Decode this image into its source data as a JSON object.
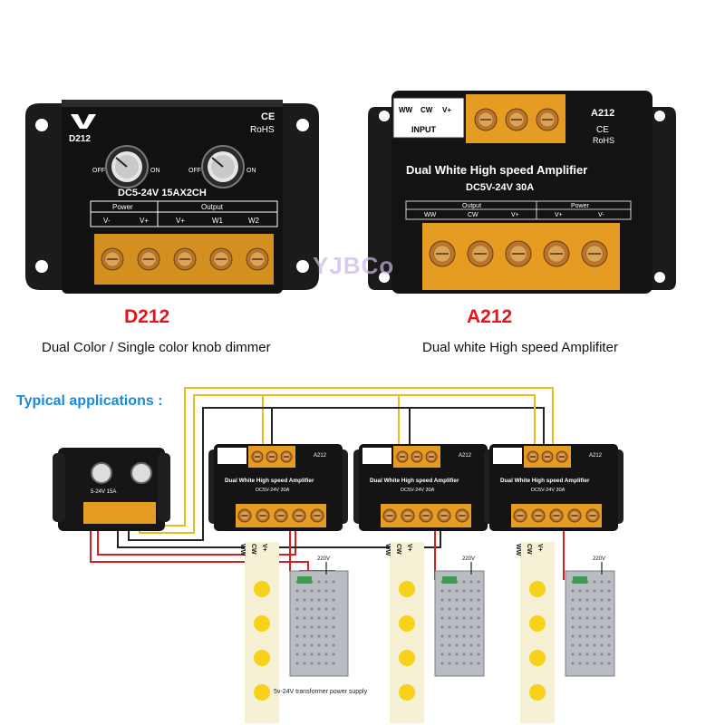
{
  "top": {
    "d212": {
      "title": "D212",
      "caption": "Dual Color / Single color knob dimmer",
      "logo_model": "D212",
      "ce": "CE",
      "rohs": "RoHS",
      "off_label": "OFF",
      "on_label": "ON",
      "rating": "DC5-24V  15AX2CH",
      "power_header": "Power",
      "output_header": "Output",
      "terminals": [
        "V-",
        "V+",
        "V+",
        "W1",
        "W2"
      ]
    },
    "a212": {
      "title": "A212",
      "caption": "Dual white High speed Amplifiter",
      "model": "A212",
      "ce": "CE",
      "rohs": "RoHS",
      "name": "Dual White High speed Amplifier",
      "rating": "DC5V-24V  30A",
      "input_label": "INPUT",
      "input_terminals": [
        "WW",
        "CW",
        "V+"
      ],
      "output_header": "Output",
      "power_header": "Power",
      "terminals": [
        "WW",
        "CW",
        "V+",
        "V+",
        "V-"
      ]
    },
    "watermark": "YJBCo"
  },
  "apps": {
    "title": "Typical applications :",
    "amp_name": "Dual White High speed Amplifier",
    "amp_rating": "DC5V-24V  30A",
    "amp_model": "A212",
    "dimmer_rating": "5-24V 15A",
    "strip_labels": [
      "WW",
      "CW",
      "V+"
    ],
    "mains_label": "220V",
    "psu_caption": "5v-24V transformer power supply"
  }
}
